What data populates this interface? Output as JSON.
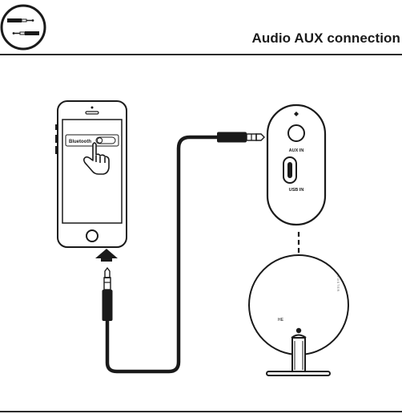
{
  "header": {
    "title": "Audio AUX connection",
    "icon": "aux-cable-icon"
  },
  "phone": {
    "setting_label": "Bluetooth",
    "toggle_state": "off"
  },
  "speaker_module": {
    "aux_label": "AUX IN",
    "usb_label": "USB IN"
  },
  "speaker": {
    "brand_mark": "HE",
    "side_text": "F O S T E R"
  },
  "colors": {
    "line": "#1a1a1a",
    "background": "#ffffff"
  }
}
